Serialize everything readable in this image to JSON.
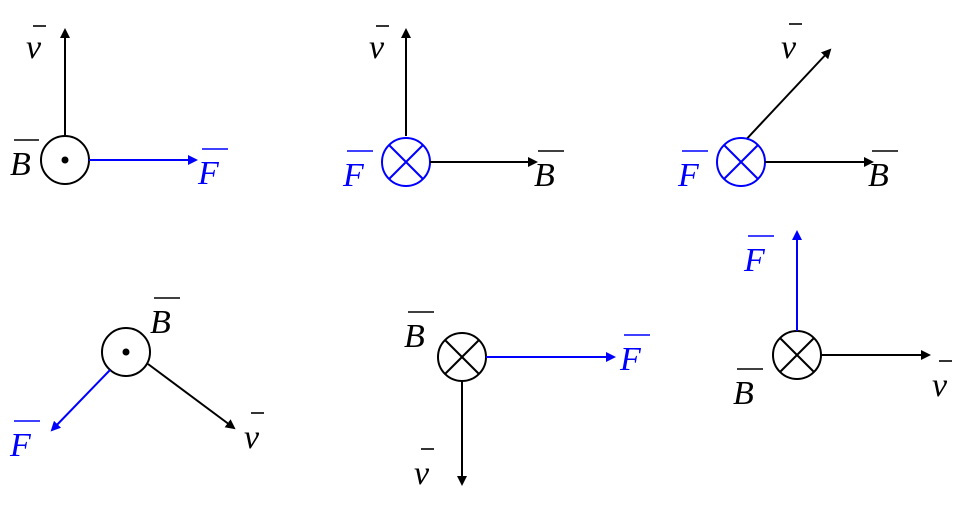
{
  "colors": {
    "black": "#000000",
    "blue": "#0000ff"
  },
  "labels": {
    "v": "v",
    "B": "B",
    "F": "F"
  },
  "symbols": {
    "out_of_page": "dot-in-circle-icon",
    "into_page": "cross-in-circle-icon"
  }
}
